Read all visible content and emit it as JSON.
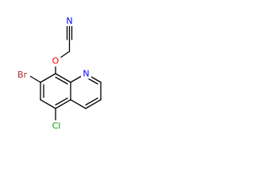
{
  "molecule": {
    "atoms": {
      "nitrile_n": {
        "label": "N",
        "color": "#0000ff"
      },
      "ether_o": {
        "label": "O",
        "color": "#ff0000"
      },
      "bromine": {
        "label": "Br",
        "color": "#a52a2a"
      },
      "ring_n": {
        "label": "N",
        "color": "#0000ff"
      },
      "chlorine": {
        "label": "Cl",
        "color": "#00a000"
      }
    },
    "bond_color": "#000000"
  }
}
